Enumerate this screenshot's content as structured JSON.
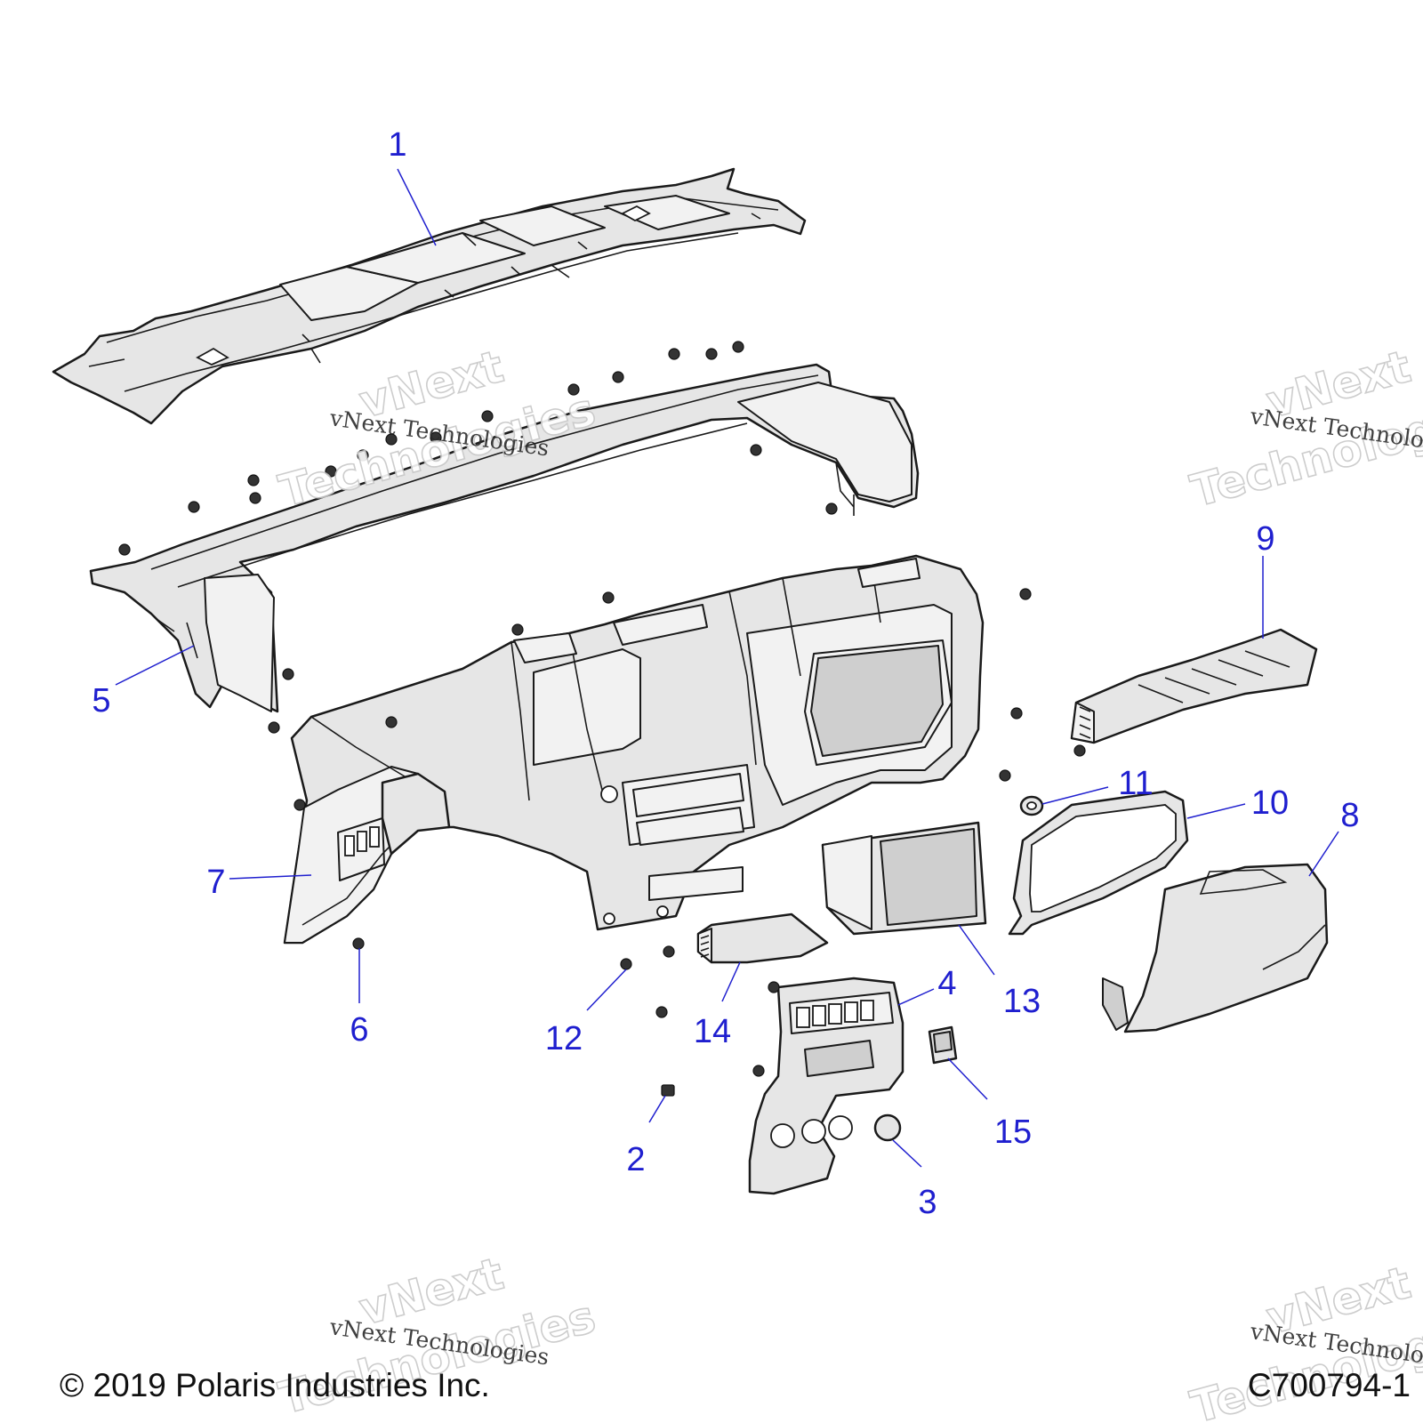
{
  "callouts": [
    {
      "id": "1",
      "label": "1"
    },
    {
      "id": "2",
      "label": "2"
    },
    {
      "id": "3",
      "label": "3"
    },
    {
      "id": "4",
      "label": "4"
    },
    {
      "id": "5",
      "label": "5"
    },
    {
      "id": "6",
      "label": "6"
    },
    {
      "id": "7",
      "label": "7"
    },
    {
      "id": "8",
      "label": "8"
    },
    {
      "id": "9",
      "label": "9"
    },
    {
      "id": "10",
      "label": "10"
    },
    {
      "id": "11",
      "label": "11"
    },
    {
      "id": "12",
      "label": "12"
    },
    {
      "id": "13",
      "label": "13"
    },
    {
      "id": "14",
      "label": "14"
    },
    {
      "id": "15",
      "label": "15"
    }
  ],
  "watermark": {
    "script_text": "vNext Technologies",
    "word_one": "vNext",
    "word_two": "Technologies"
  },
  "footer": {
    "copyright": "© 2019 Polaris Industries Inc.",
    "drawing_number": "C700794-1"
  },
  "colors": {
    "callout": "#1f1fcf",
    "line": "#1a1a1a",
    "part_fill": "#e6e6e6"
  }
}
